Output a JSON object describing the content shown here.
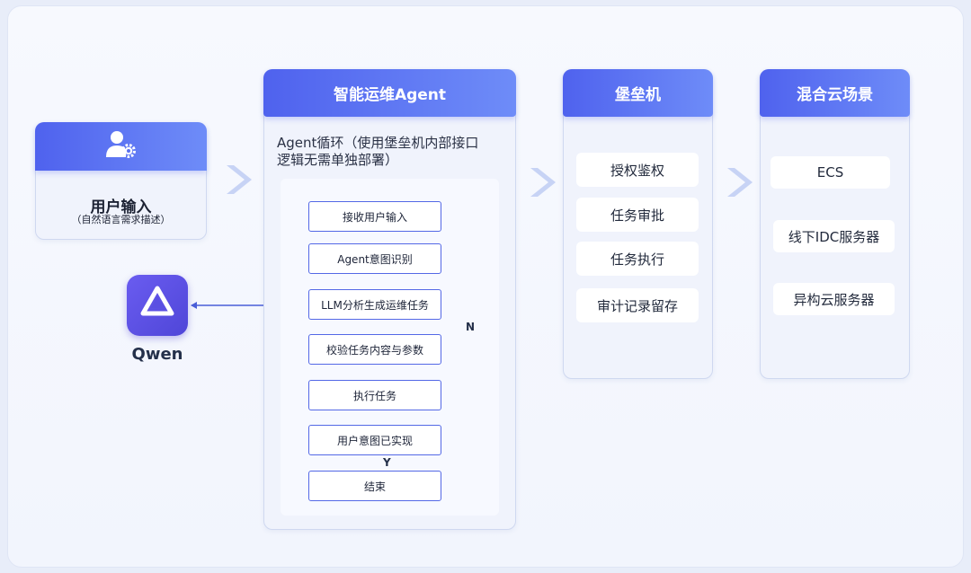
{
  "user_input": {
    "title": "用户输入",
    "subtitle": "（自然语言需求描述）",
    "icon": "user-gear-icon"
  },
  "qwen": {
    "label": "Qwen",
    "icon": "qwen-logo-icon"
  },
  "agent": {
    "header": "智能运维Agent",
    "description_line1": "Agent循环（使用堡垒机内部接口",
    "description_line2": "逻辑无需单独部署）",
    "steps": [
      "接收用户输入",
      "Agent意图识别",
      "LLM分析生成运维任务",
      "校验任务内容与参数",
      "执行任务",
      "用户意图已实现",
      "结束"
    ],
    "loop_no_label": "N",
    "loop_yes_label": "Y"
  },
  "bastion": {
    "header": "堡垒机",
    "items": [
      "授权鉴权",
      "任务审批",
      "任务执行",
      "审计记录留存"
    ]
  },
  "hybrid_cloud": {
    "header": "混合云场景",
    "items": [
      "ECS",
      "线下IDC服务器",
      "异构云服务器"
    ]
  },
  "colors": {
    "accent": "#4f62ee",
    "accent_light": "#6e8cf8",
    "arrow": "#4a5fd8",
    "chevron": "#c7d3f5"
  }
}
